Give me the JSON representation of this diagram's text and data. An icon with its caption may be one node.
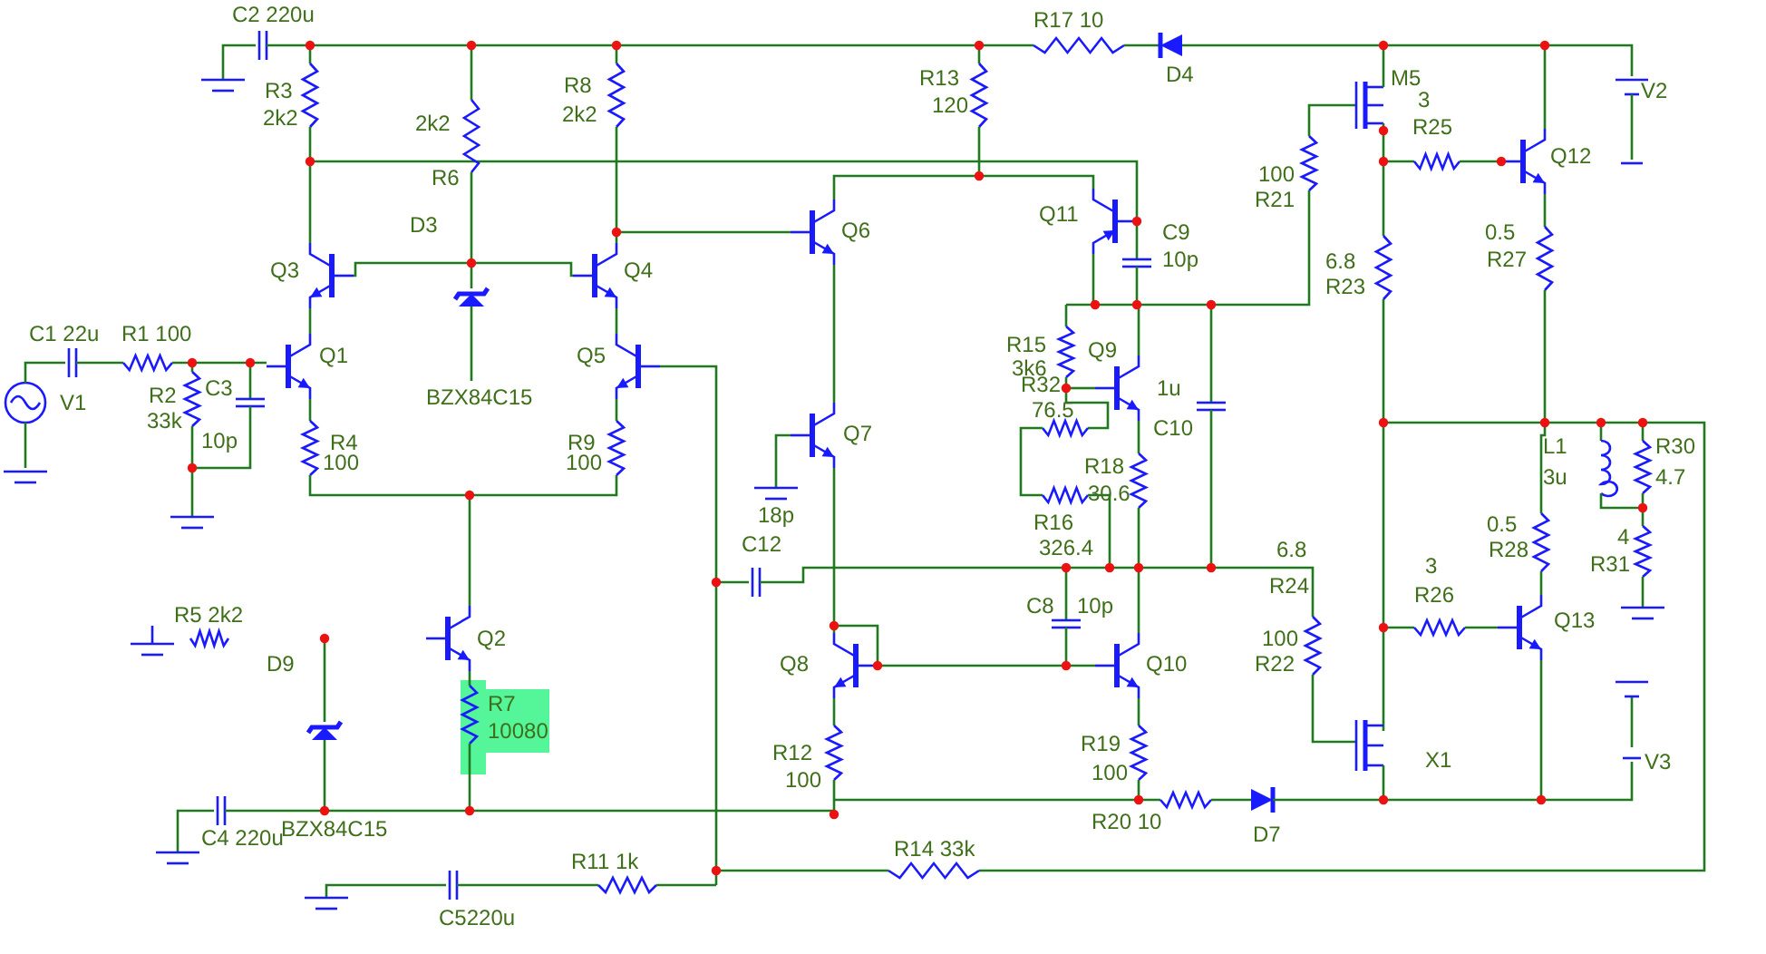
{
  "diagram": {
    "labels": [
      "C2 220u",
      "R17 10",
      "R13",
      "D4",
      "M5",
      "R8",
      "R3",
      "V2",
      "3",
      "120",
      "2k2",
      "2k2",
      "2k2",
      "R25",
      "R6",
      "Q12",
      "100",
      "R21",
      "Q11",
      "D3",
      "Q6",
      "0.5",
      "C9",
      "6.8",
      "R27",
      "10p",
      "Q3",
      "Q4",
      "R23",
      "C1 22u",
      "R1 100",
      "R15",
      "Q9",
      "Q1",
      "Q5",
      "3k6",
      "R32",
      "C3",
      "1u",
      "R2",
      "BZX84C15",
      "V1",
      "76.5",
      "33k",
      "C10",
      "Q7",
      "R4",
      "R9",
      "10p",
      "L1",
      "R30",
      "100",
      "100",
      "R18",
      "3u",
      "4.7",
      "18p",
      "30.6",
      "R16",
      "0.5",
      "6.8",
      "4",
      "C12",
      "326.4",
      "R28",
      "R24",
      "R31",
      "3",
      "R26",
      "C8",
      "10p",
      "R5 2k2",
      "Q13",
      "Q2",
      "100",
      "D9",
      "Q8",
      "Q10",
      "R22",
      "R7",
      "10080",
      "R12",
      "R19",
      "X1",
      "V3",
      "100",
      "100",
      "C4 220u",
      "BZX84C15",
      "R20 10",
      "D7",
      "R14 33k",
      "R11 1k",
      "C5220u"
    ]
  }
}
